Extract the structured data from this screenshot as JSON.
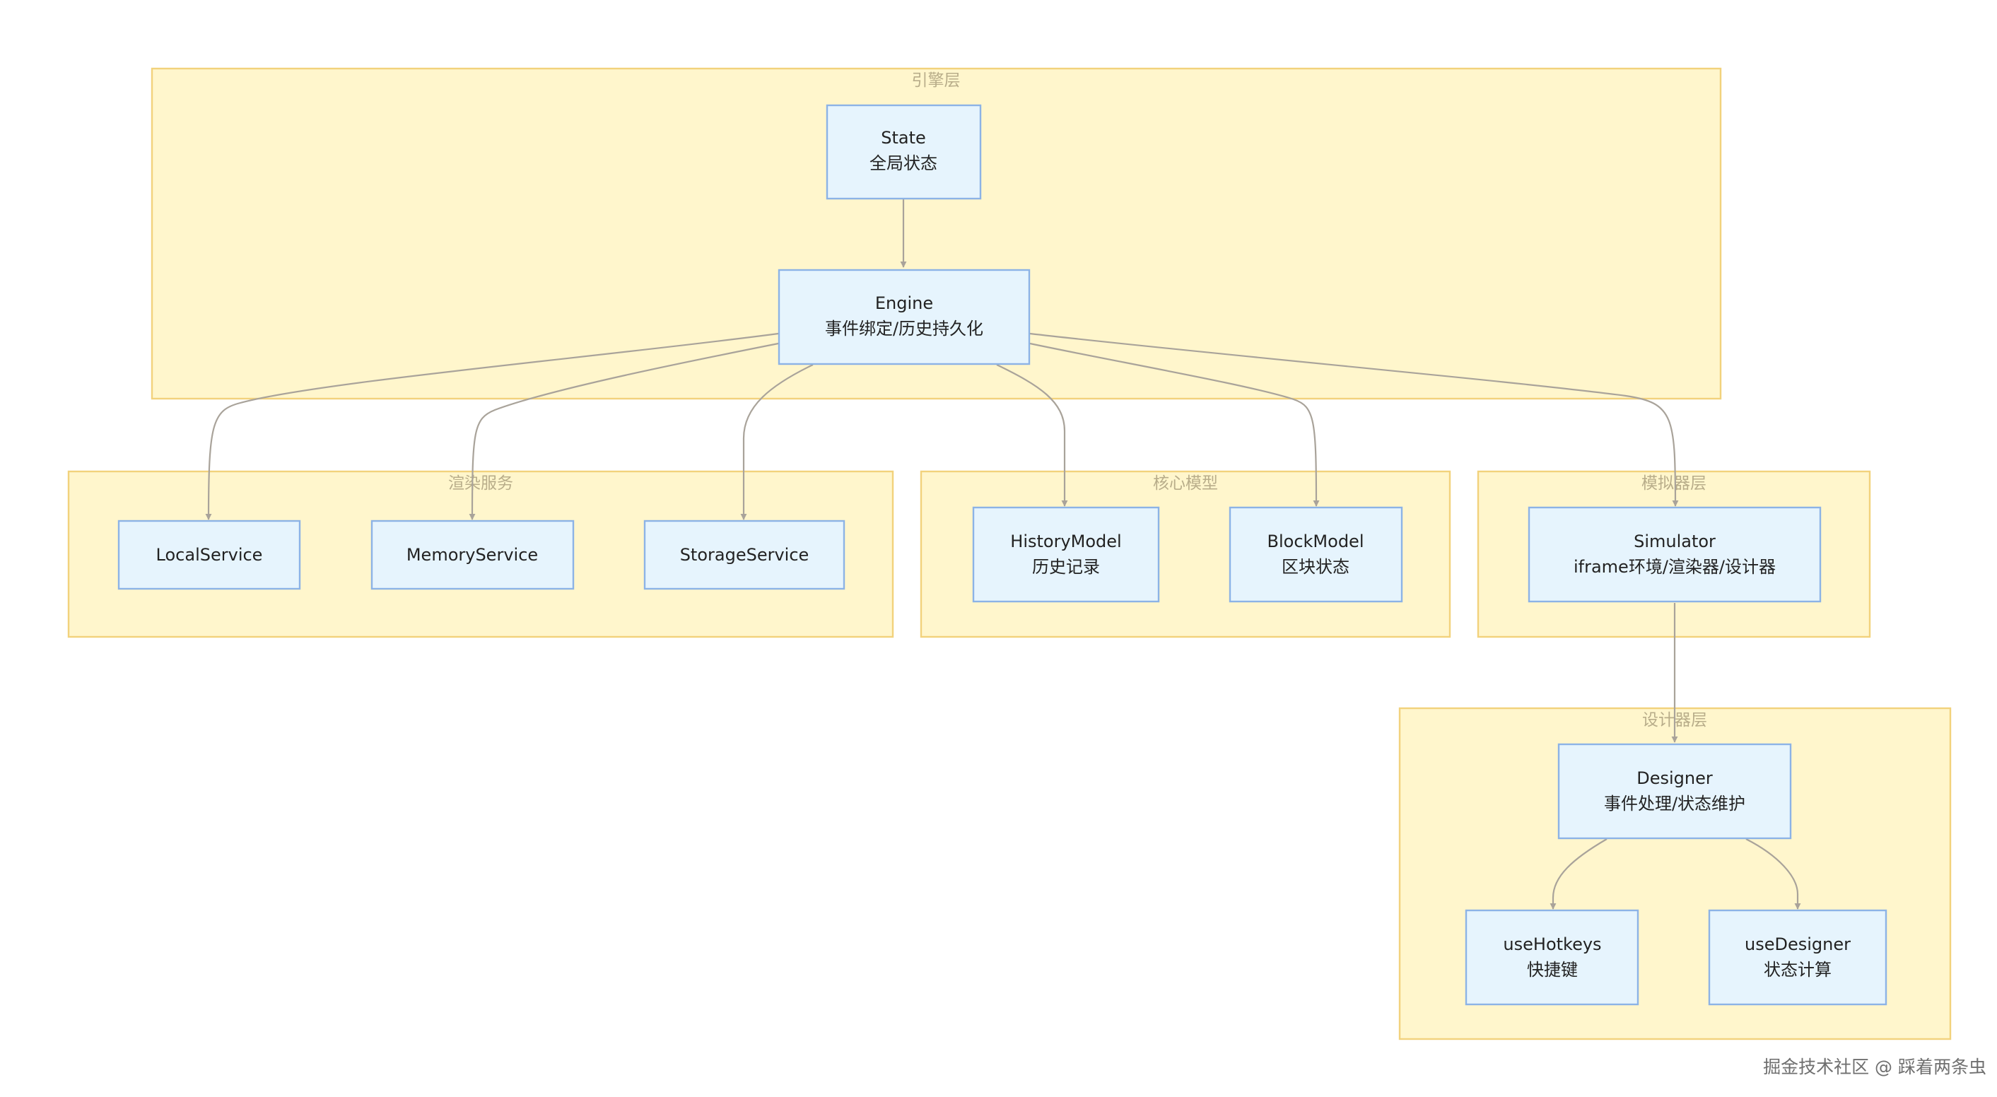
{
  "clusters": {
    "engine_layer": {
      "label": "引擎层"
    },
    "render_services": {
      "label": "渲染服务"
    },
    "core_models": {
      "label": "核心模型"
    },
    "simulator_layer": {
      "label": "模拟器层"
    },
    "designer_layer": {
      "label": "设计器层"
    }
  },
  "nodes": {
    "state": {
      "title": "State",
      "subtitle": "全局状态"
    },
    "engine": {
      "title": "Engine",
      "subtitle": "事件绑定/历史持久化"
    },
    "local_service": {
      "title": "LocalService"
    },
    "memory_service": {
      "title": "MemoryService"
    },
    "storage_service": {
      "title": "StorageService"
    },
    "history_model": {
      "title": "HistoryModel",
      "subtitle": "历史记录"
    },
    "block_model": {
      "title": "BlockModel",
      "subtitle": "区块状态"
    },
    "simulator": {
      "title": "Simulator",
      "subtitle": "iframe环境/渲染器/设计器"
    },
    "designer": {
      "title": "Designer",
      "subtitle": "事件处理/状态维护"
    },
    "use_hotkeys": {
      "title": "useHotkeys",
      "subtitle": "快捷键"
    },
    "use_designer": {
      "title": "useDesigner",
      "subtitle": "状态计算"
    }
  },
  "watermark": {
    "text": "掘金技术社区 @ 踩着两条虫"
  }
}
